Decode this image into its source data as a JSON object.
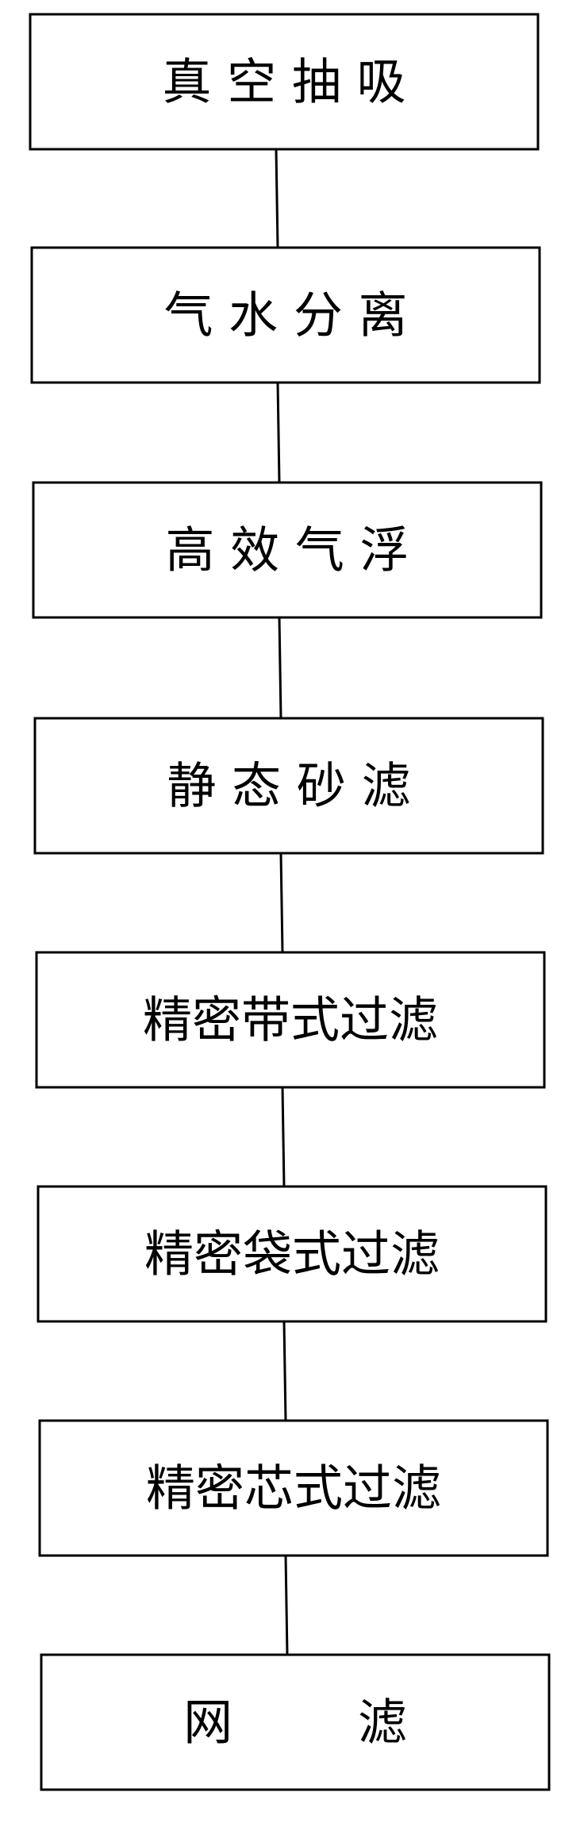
{
  "flowchart": {
    "steps": [
      {
        "label": "真 空 抽 吸"
      },
      {
        "label": "气 水 分 离"
      },
      {
        "label": "高 效 气 浮"
      },
      {
        "label": "静 态 砂 滤"
      },
      {
        "label": "精密带式过滤"
      },
      {
        "label": "精密袋式过滤"
      },
      {
        "label": "精密芯式过滤"
      },
      {
        "label": "网        滤"
      }
    ],
    "colors": {
      "stroke": "#000000",
      "background": "#ffffff"
    }
  }
}
